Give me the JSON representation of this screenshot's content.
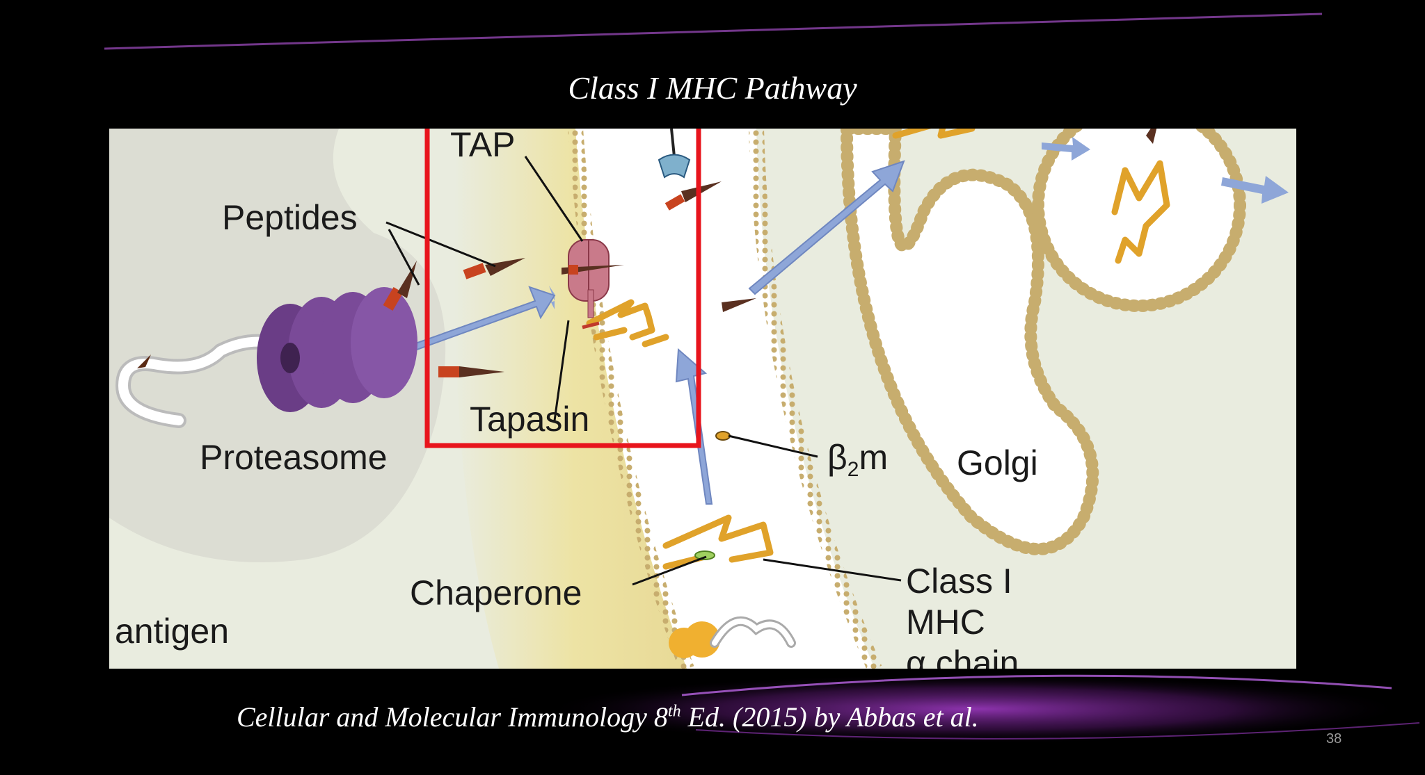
{
  "slide": {
    "title": "Class I MHC Pathway",
    "caption_prefix": "Cellular and Molecular Immunology 8",
    "caption_sup": "th",
    "caption_suffix": " Ed. (2015) by Abbas et al.",
    "page_number": "38"
  },
  "diagram": {
    "labels": {
      "tap": "TAP",
      "peptides": "Peptides",
      "proteasome": "Proteasome",
      "tapasin": "Tapasin",
      "b2m_beta": "β",
      "b2m_sub": "2",
      "b2m_m": "m",
      "golgi": "Golgi",
      "chaperone": "Chaperone",
      "class1_line1": "Class I",
      "class1_line2": "MHC",
      "class1_line3": "α chain",
      "antigen": "antigen"
    },
    "colors": {
      "highlight_box": "#e8141c",
      "arrow_fill": "#8ea6d8",
      "proteasome": "#7a4a98",
      "mhc": "#e0a22a",
      "membrane_dots": "#c7ad6e",
      "er_tint": "#ece3a8",
      "cytosol": "#e9ecdf"
    }
  }
}
